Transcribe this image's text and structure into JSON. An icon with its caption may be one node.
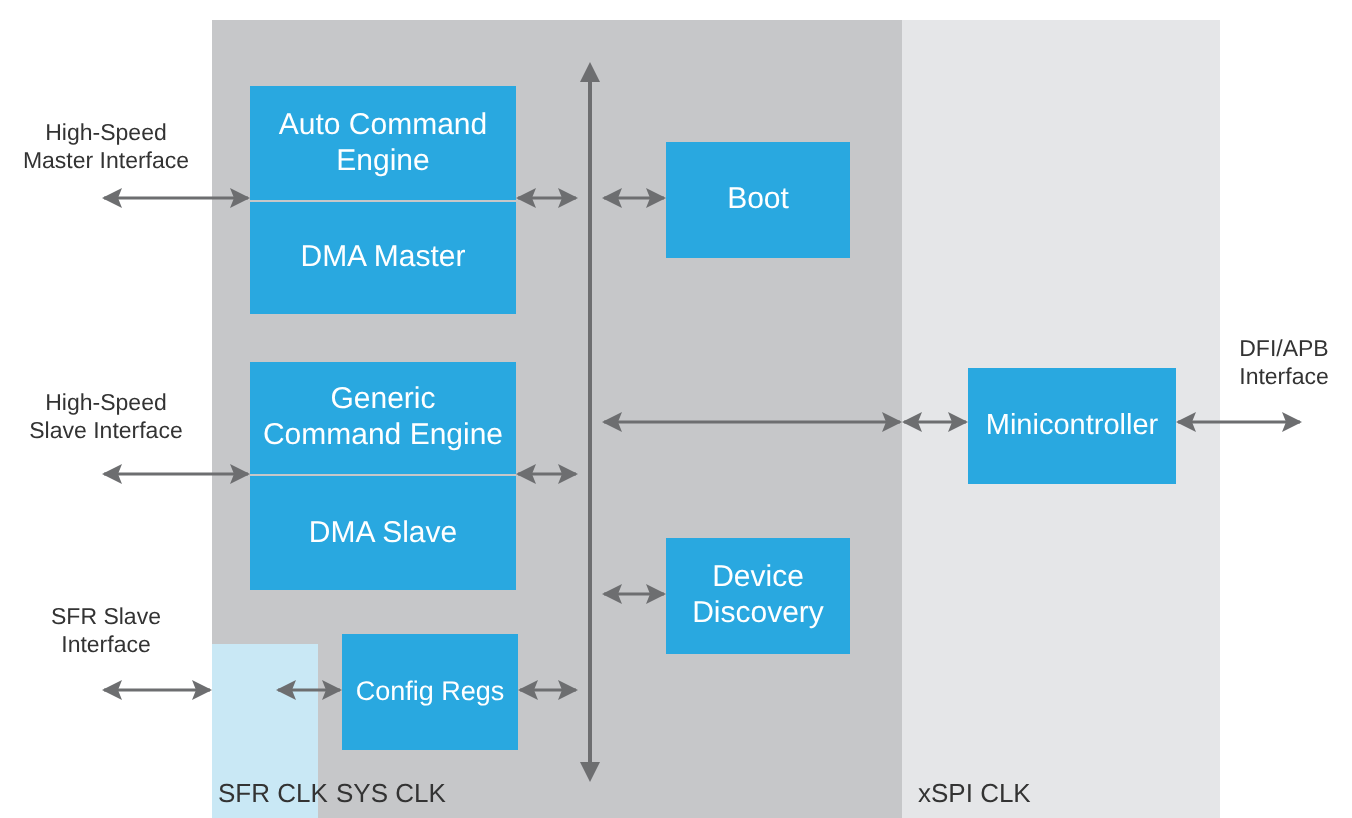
{
  "diagram": {
    "nodes": [
      {
        "text": [
          "SYS CLK"
        ]
      },
      {
        "text": [
          "SFR CLK"
        ],
        "in": 0
      },
      {
        "text": [
          "xSPI CLK"
        ]
      },
      {
        "text": [
          "Auto Command Engine"
        ],
        "in": 0
      },
      {
        "text": [
          "DMA Master"
        ],
        "in": 0
      },
      {
        "text": [
          "Generic Command Engine"
        ],
        "in": 0
      },
      {
        "text": [
          "DMA Slave"
        ],
        "in": 0
      },
      {
        "text": [
          "Config Regs"
        ],
        "in": 0
      },
      {
        "text": [
          "Boot"
        ],
        "in": 0
      },
      {
        "text": [
          "Device Discovery"
        ],
        "in": 0
      },
      {
        "text": [
          "Minicontroller"
        ],
        "in": 2
      },
      {
        "text": [],
        "shape": "bar",
        "in": 0
      }
    ],
    "edges": [
      {
        "from": null,
        "to": 3,
        "arrow": "both",
        "label": "High-Speed Master Interface"
      },
      {
        "from": 3,
        "to": 11,
        "arrow": "both"
      },
      {
        "from": 11,
        "to": 8,
        "arrow": "both"
      },
      {
        "from": null,
        "to": 5,
        "arrow": "both",
        "label": "High-Speed Slave Interface"
      },
      {
        "from": 5,
        "to": 11,
        "arrow": "both"
      },
      {
        "from": 11,
        "to": 2,
        "arrow": "both"
      },
      {
        "from": 2,
        "to": 10,
        "arrow": "both"
      },
      {
        "from": 10,
        "to": null,
        "arrow": "both",
        "label": "DFI/APB Interface"
      },
      {
        "from": 11,
        "to": 9,
        "arrow": "both"
      },
      {
        "from": null,
        "to": 1,
        "arrow": "both",
        "label": "SFR Slave Interface"
      },
      {
        "from": 1,
        "to": 7,
        "arrow": "both"
      },
      {
        "from": 7,
        "to": 11,
        "arrow": "both"
      }
    ]
  }
}
